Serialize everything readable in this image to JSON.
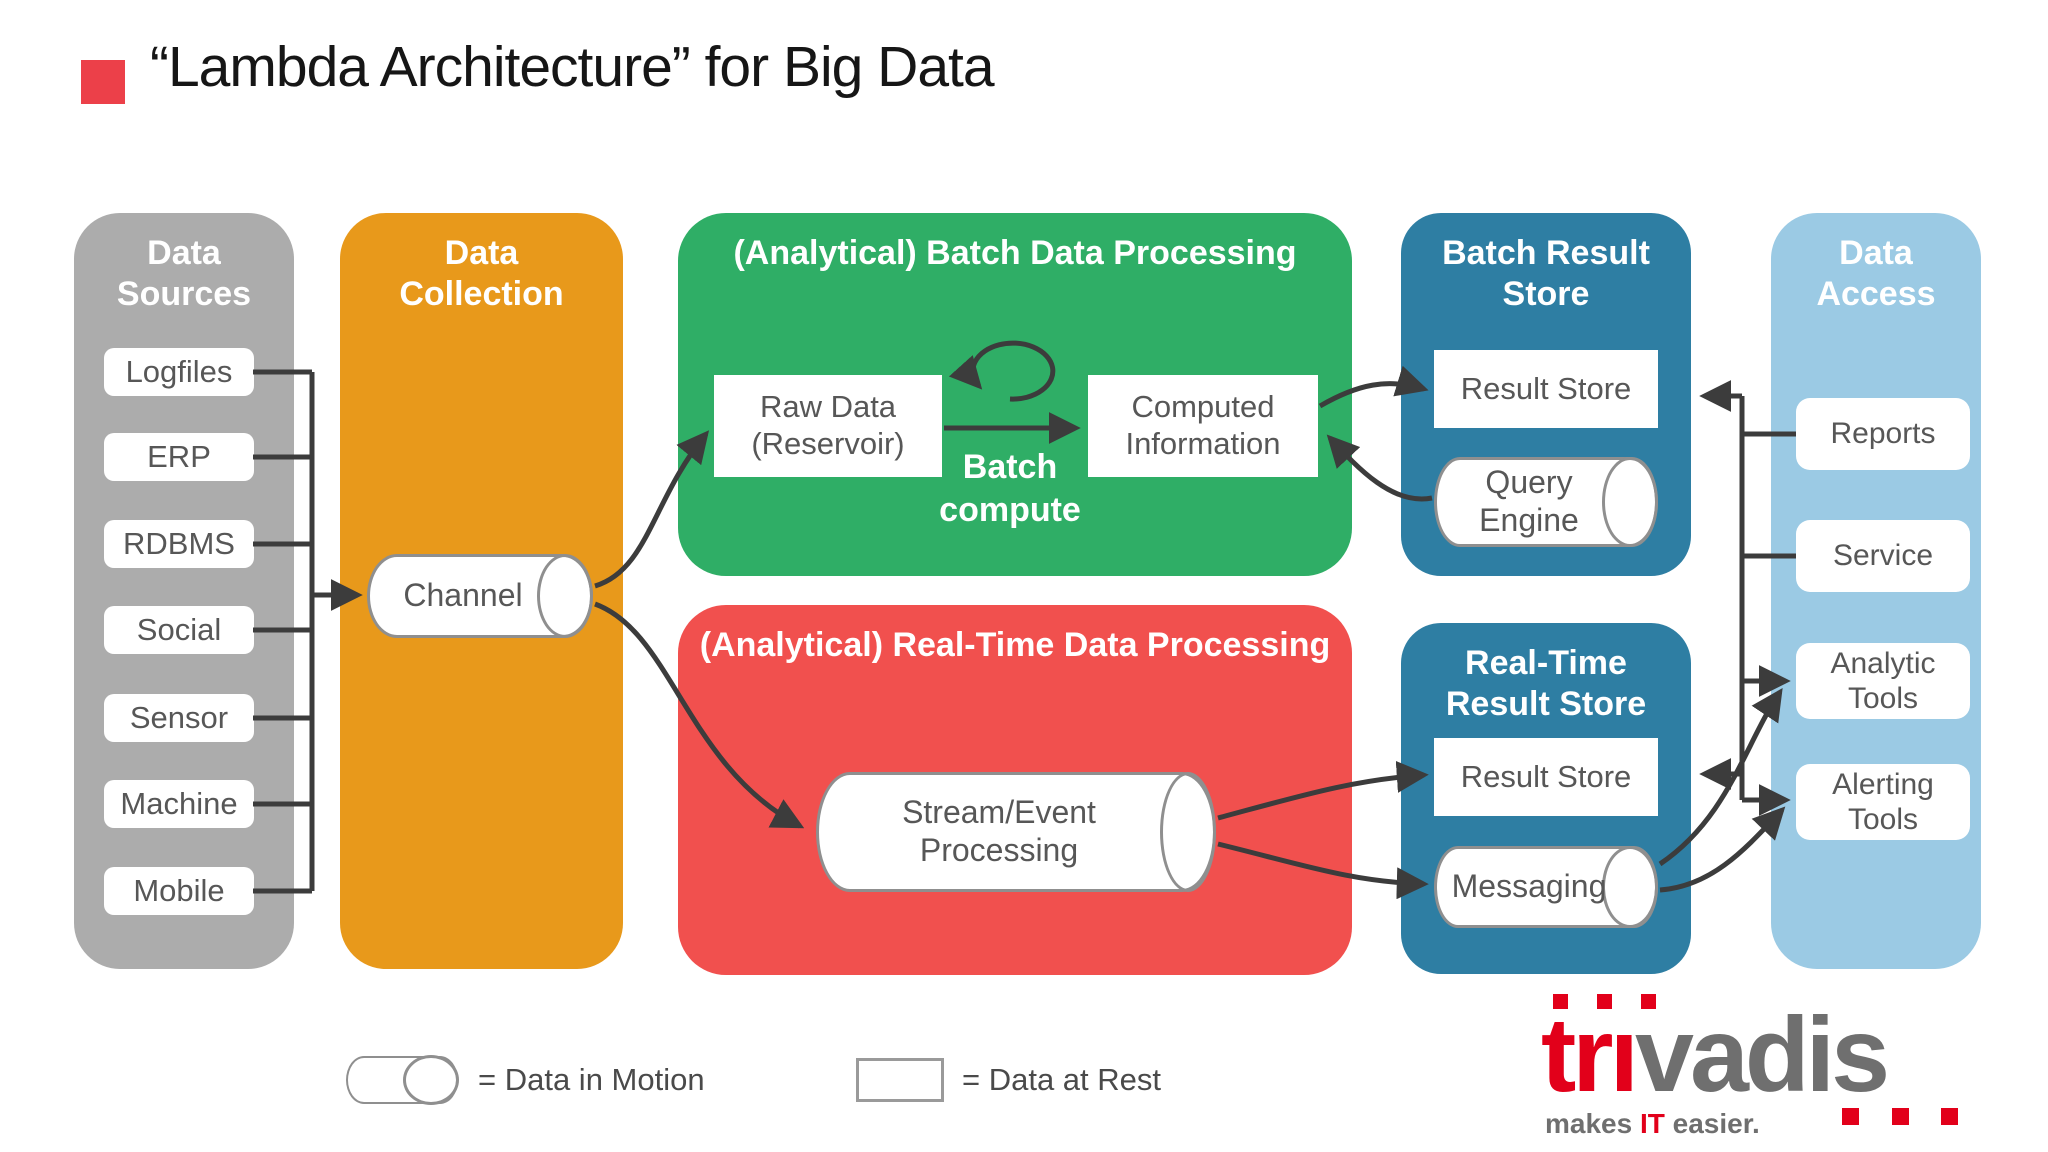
{
  "title": "“Lambda Architecture” for Big Data",
  "panels": {
    "data_sources": {
      "title": "Data\nSources",
      "items": [
        "Logfiles",
        "ERP",
        "RDBMS",
        "Social",
        "Sensor",
        "Machine",
        "Mobile"
      ]
    },
    "data_collection": {
      "title": "Data\nCollection",
      "channel_label": "Channel"
    },
    "batch_processing": {
      "title": "(Analytical) Batch Data Processing",
      "raw_data_label": "Raw Data\n(Reservoir)",
      "computed_label": "Computed\nInformation",
      "loop_label": "Batch\ncompute"
    },
    "realtime_processing": {
      "title": "(Analytical) Real-Time Data Processing",
      "stream_label": "Stream/Event\nProcessing"
    },
    "batch_result_store": {
      "title": "Batch Result\nStore",
      "result_store_label": "Result Store",
      "query_engine_label": "Query\nEngine"
    },
    "realtime_result_store": {
      "title": "Real-Time\nResult Store",
      "result_store_label": "Result Store",
      "messaging_label": "Messaging"
    },
    "data_access": {
      "title": "Data\nAccess",
      "items": [
        "Reports",
        "Service",
        "Analytic\nTools",
        "Alerting\nTools"
      ]
    }
  },
  "legend": {
    "motion_label": "= Data in Motion",
    "rest_label": "= Data at Rest"
  },
  "logo": {
    "brand": "trivadis",
    "brand_red": "trı",
    "brand_gray": "vadis",
    "tagline_prefix": "makes ",
    "tagline_accent": "IT",
    "tagline_suffix": " easier."
  },
  "colors": {
    "title_bullet_red": "#EC4049",
    "sources_gray": "#ACACAC",
    "collection_orange": "#E8991B",
    "batch_green": "#2FAE66",
    "realtime_red": "#F1504E",
    "store_teal": "#2E7EA3",
    "access_blue": "#9BCAE4",
    "arrow_dark": "#3C3C3C",
    "box_text_gray": "#575757",
    "brand_red": "#E2001A",
    "brand_gray": "#6F6F6F"
  }
}
